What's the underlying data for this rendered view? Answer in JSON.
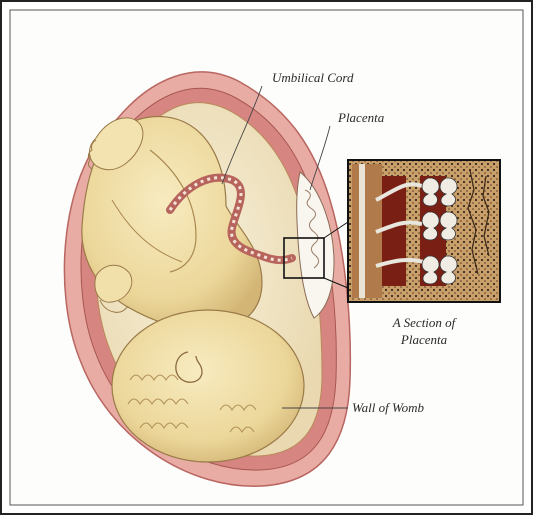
{
  "labels": {
    "umbilical_cord": "Umbilical Cord",
    "placenta": "Placenta",
    "section_line1": "A Section of",
    "section_line2": "Placenta",
    "wall_of_womb": "Wall of Womb"
  },
  "colors": {
    "womb_outer": "#e7a6a0",
    "womb_wall": "#d9827b",
    "amniotic": "#f1e8c9",
    "fetus": "#f0dfa8",
    "fetus_shadow": "#d8bc7c",
    "placenta": "#f6f3ec",
    "inset_dark": "#7a1f14",
    "inset_tan": "#c79a5a"
  }
}
